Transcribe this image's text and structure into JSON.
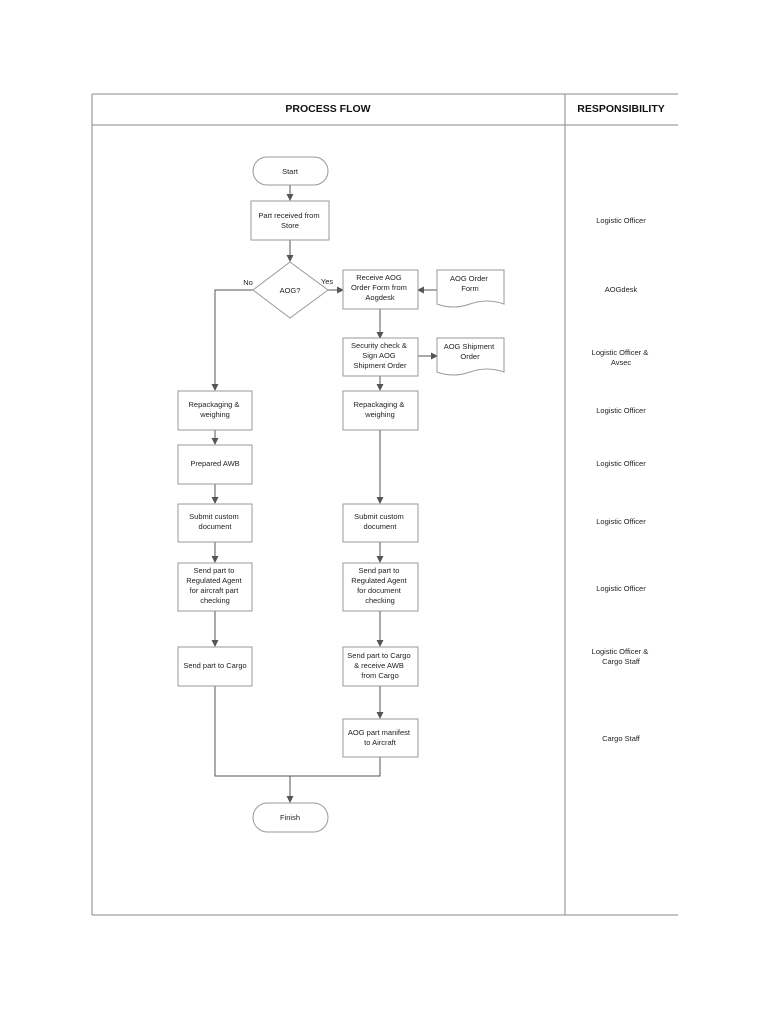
{
  "header": {
    "process_flow": "PROCESS FLOW",
    "responsibility": "RESPONSIBILITY"
  },
  "nodes": {
    "start": "Start",
    "part_received": [
      "Part received from",
      "Store"
    ],
    "aog_decision": "AOG?",
    "receive_aog": [
      "Receive AOG",
      "Order Form from",
      "Aogdesk"
    ],
    "aog_order_form": [
      "AOG Order",
      "Form"
    ],
    "security_check": [
      "Security check &",
      "Sign AOG",
      "Shipment Order"
    ],
    "aog_shipment_order": [
      "AOG Shipment",
      "Order"
    ],
    "repack_left": [
      "Repackaging &",
      "weighing"
    ],
    "repack_right": [
      "Repackaging &",
      "weighing"
    ],
    "prepared_awb": "Prepared AWB",
    "submit_left": [
      "Submit custom",
      "document"
    ],
    "submit_right": [
      "Submit custom",
      "document"
    ],
    "send_ra_left": [
      "Send part to",
      "Regulated Agent",
      "for aircraft part",
      "checking"
    ],
    "send_ra_right": [
      "Send part to",
      "Regulated Agent",
      "for document",
      "checking"
    ],
    "send_cargo_left": "Send part to Cargo",
    "send_cargo_right": [
      "Send part to Cargo",
      "& receive AWB",
      "from Cargo"
    ],
    "aog_manifest": [
      "AOG part manifest",
      "to Aircraft"
    ],
    "finish": "Finish"
  },
  "edge_labels": {
    "no": "No",
    "yes": "Yes"
  },
  "responsibility": [
    [
      "Logistic Officer"
    ],
    [
      "AOGdesk"
    ],
    [
      "Logistic Officer &",
      "Avsec"
    ],
    [
      "Logistic Officer"
    ],
    [
      "Logistic Officer"
    ],
    [
      "Logistic Officer"
    ],
    [
      "Logistic Officer"
    ],
    [
      "Logistic Officer &",
      "Cargo Staff"
    ],
    [
      "Cargo Staff"
    ]
  ]
}
